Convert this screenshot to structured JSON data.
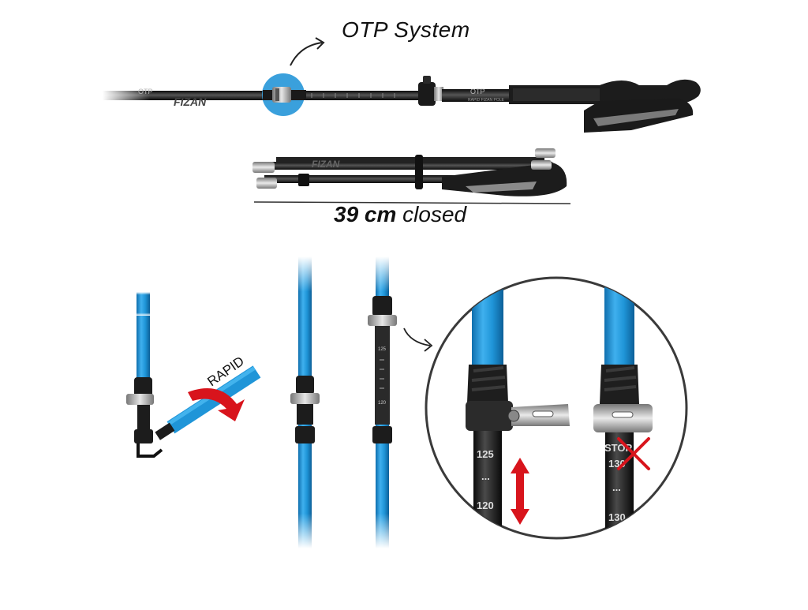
{
  "otp_label": "OTP System",
  "closed_length": {
    "value": "39 cm",
    "suffix": " closed"
  },
  "brand_text": "FIZAN",
  "grip_text": "RAPID FIZAN POLE",
  "rapid_label": "RAPID",
  "marks": {
    "m125": "125",
    "m120": "120",
    "m130": "130",
    "dots": "...",
    "stop": "STOP",
    "small_125": "125",
    "small_120": "120"
  },
  "colors": {
    "pole_blue": "#1f95d8",
    "pole_black": "#1a1a1a",
    "highlight_circle": "#3aa0dc",
    "arrow_red": "#d8141c",
    "silver": "#9a9a9a"
  },
  "icons": [
    "curved-arrow-icon",
    "rotate-arrow-icon",
    "double-arrow-icon",
    "cross-icon"
  ]
}
